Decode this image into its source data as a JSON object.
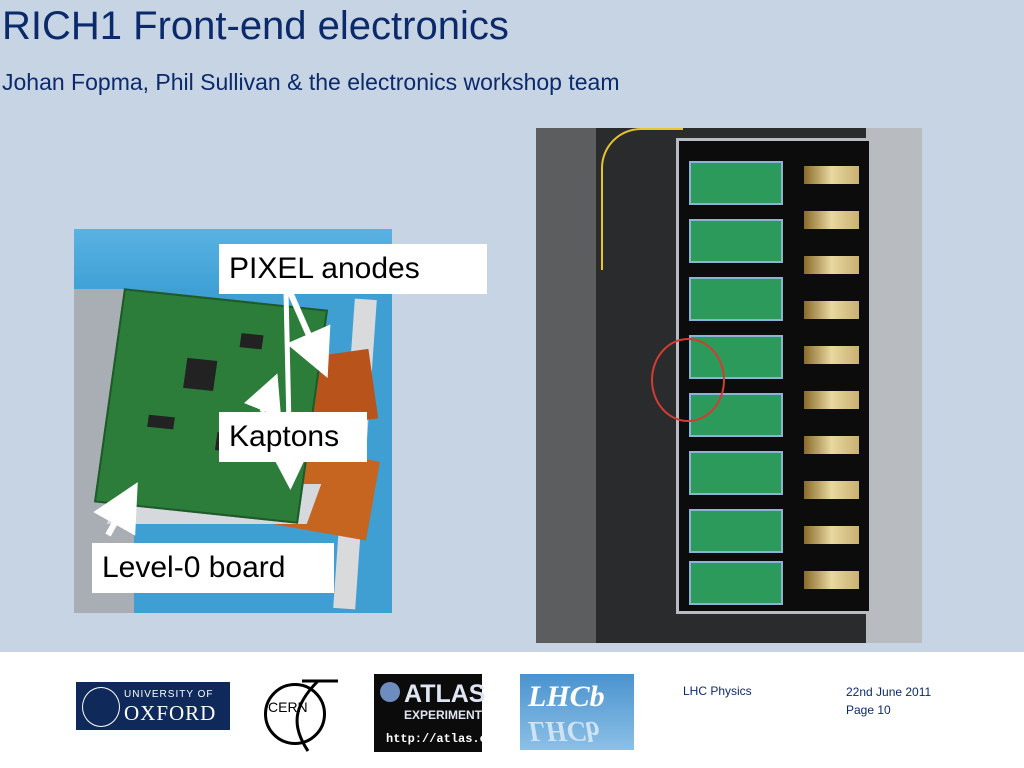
{
  "slide": {
    "title": "RICH1 Front-end electronics",
    "subtitle": "Johan Fopma, Phil Sullivan & the electronics workshop team",
    "labels": {
      "pixel_anodes": "PIXEL anodes",
      "kaptons": "Kaptons",
      "level0_board": "Level-0 board"
    }
  },
  "footer": {
    "oxford_small": "UNIVERSITY OF",
    "oxford_big": "OXFORD",
    "cern": "CERN",
    "atlas_1": "ATLAS",
    "atlas_2": "EXPERIMENT",
    "atlas_url": "http://atlas.ch",
    "lhcb": "LHCb",
    "event": "LHC Physics",
    "date": "22nd June 2011",
    "page": "Page 10"
  },
  "colors": {
    "slide_bg": "#c7d4e4",
    "title": "#0b2a6b"
  }
}
